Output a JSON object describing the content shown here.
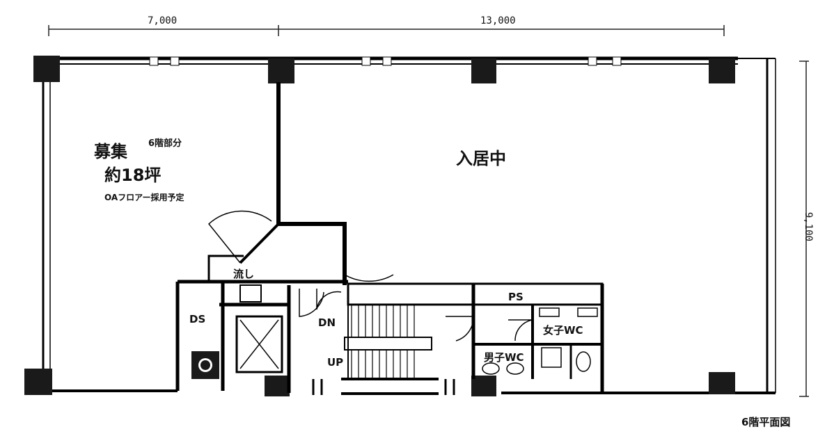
{
  "dimensions": {
    "top_left": "7,000",
    "top_right": "13,000",
    "right_side": "9,100"
  },
  "rooms": {
    "vacant_title": "募集",
    "vacant_floor_part": "6階部分",
    "vacant_area": "約18坪",
    "vacant_note": "OAフロアー採用予定",
    "occupied": "入居中"
  },
  "core": {
    "sink": "流し",
    "duct_space": "DS",
    "pipe_space": "PS",
    "stair_down": "DN",
    "stair_up": "UP",
    "womens_wc": "女子WC",
    "mens_wc": "男子WC"
  },
  "caption": "6階平面図"
}
